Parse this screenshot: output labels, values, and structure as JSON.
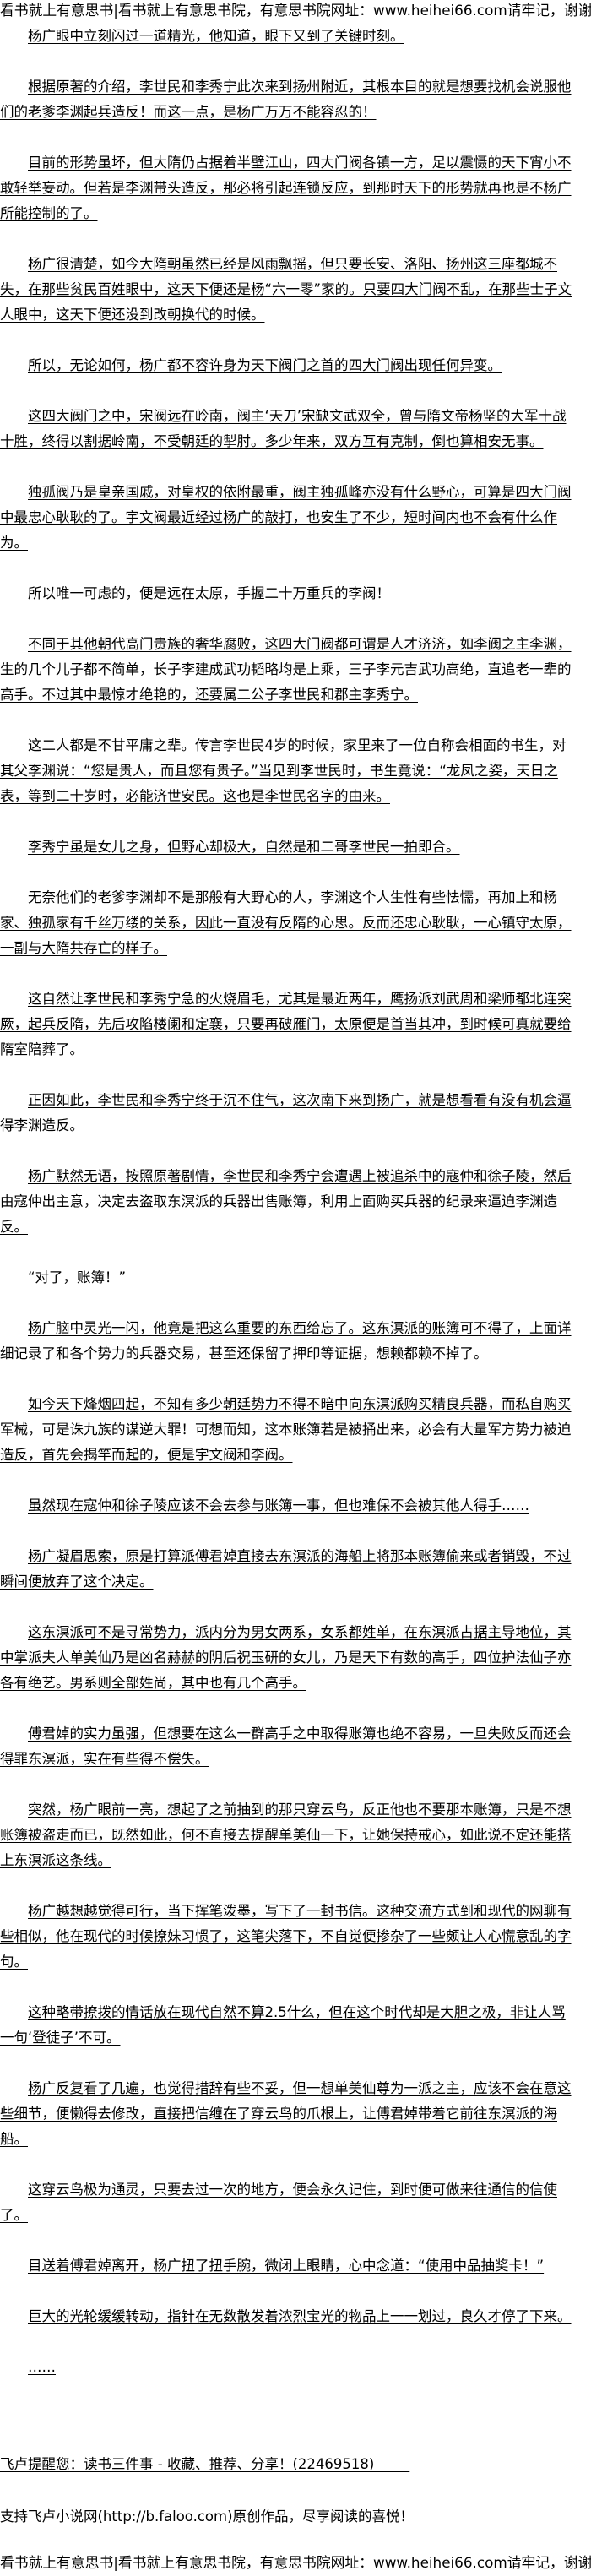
{
  "banner": "看书就上有意思书|看书就上有意思书院，有意思书院网址：www.heihei66.com请牢记，谢谢",
  "paragraphs": [
    "杨广眼中立刻闪过一道精光，他知道，眼下又到了关键时刻。",
    "根据原著的介绍，李世民和李秀宁此次来到扬州附近，其根本目的就是想要找机会说服他们的老爹李渊起兵造反！而这一点，是杨广万万不能容忍的！",
    "目前的形势虽坏，但大隋仍占据着半壁江山，四大门阀各镇一方，足以震慑的天下宵小不敢轻举妄动。但若是李渊带头造反，那必将引起连锁反应，到那时天下的形势就再也是不杨广所能控制的了。",
    "杨广很清楚，如今大隋朝虽然已经是风雨飘摇，但只要长安、洛阳、扬州这三座都城不失，在那些贫民百姓眼中，这天下便还是杨“六一零”家的。只要四大门阀不乱，在那些士子文人眼中，这天下便还没到改朝换代的时候。",
    "所以，无论如何，杨广都不容许身为天下阀门之首的四大门阀出现任何异变。",
    "这四大阀门之中，宋阀远在岭南，阀主‘天刀’宋缺文武双全，曾与隋文帝杨坚的大军十战十胜，终得以割据岭南，不受朝廷的掣肘。多少年来，双方互有克制，倒也算相安无事。",
    "独孤阀乃是皇亲国戚，对皇权的依附最重，阀主独孤峰亦没有什么野心，可算是四大门阀中最忠心耿耿的了。宇文阀最近经过杨广的敲打，也安生了不少，短时间内也不会有什么作为。",
    "所以唯一可虑的，便是远在太原，手握二十万重兵的李阀！",
    "不同于其他朝代高门贵族的奢华腐败，这四大门阀都可谓是人才济济，如李阀之主李渊，生的几个儿子都不简单，长子李建成武功韬略均是上乘，三子李元吉武功高绝，直追老一辈的高手。不过其中最惊才绝艳的，还要属二公子李世民和郡主李秀宁。",
    "这二人都是不甘平庸之辈。传言李世民4岁的时候，家里来了一位自称会相面的书生，对其父李渊说：“您是贵人，而且您有贵子。”当见到李世民时，书生竟说：“龙凤之姿，天日之表，等到二十岁时，必能济世安民。这也是李世民名字的由来。",
    "李秀宁虽是女儿之身，但野心却极大，自然是和二哥李世民一拍即合。",
    "无奈他们的老爹李渊却不是那般有大野心的人，李渊这个人生性有些怯懦，再加上和杨家、独孤家有千丝万缕的关系，因此一直没有反隋的心思。反而还忠心耿耿，一心镇守太原，一副与大隋共存亡的样子。",
    "这自然让李世民和李秀宁急的火烧眉毛，尤其是最近两年，鹰扬派刘武周和梁师都北连突厥，起兵反隋，先后攻陷楼阑和定襄，只要再破雁门，太原便是首当其冲，到时候可真就要给隋室陪葬了。",
    "正因如此，李世民和李秀宁终于沉不住气，这次南下来到扬广，就是想看看有没有机会逼得李渊造反。",
    "杨广默然无语，按照原著剧情，李世民和李秀宁会遭遇上被追杀中的寇仲和徐子陵，然后由寇仲出主意，决定去盗取东溟派的兵器出售账簿，利用上面购买兵器的纪录来逼迫李渊造反。",
    "“对了，账簿！”",
    "杨广脑中灵光一闪，他竟是把这么重要的东西给忘了。这东溟派的账簿可不得了，上面详细记录了和各个势力的兵器交易，甚至还保留了押印等证据，想赖都赖不掉了。",
    "如今天下烽烟四起，不知有多少朝廷势力不得不暗中向东溟派购买精良兵器，而私自购买军械，可是诛九族的谋逆大罪！可想而知，这本账簿若是被捅出来，必会有大量军方势力被迫造反，首先会揭竿而起的，便是宇文阀和李阀。",
    "虽然现在寇仲和徐子陵应该不会去参与账簿一事，但也难保不会被其他人得手……",
    "杨广凝眉思索，原是打算派傅君婥直接去东溟派的海船上将那本账簿偷来或者销毁，不过瞬间便放弃了这个决定。",
    "这东溟派可不是寻常势力，派内分为男女两系，女系都姓单，在东溟派占据主导地位，其中掌派夫人单美仙乃是凶名赫赫的阴后祝玉研的女儿，乃是天下有数的高手，四位护法仙子亦各有绝艺。男系则全部姓尚，其中也有几个高手。",
    "傅君婥的实力虽强，但想要在这么一群高手之中取得账簿也绝不容易，一旦失败反而还会得罪东溟派，实在有些得不偿失。",
    "突然，杨广眼前一亮，想起了之前抽到的那只穿云鸟，反正他也不要那本账簿，只是不想账簿被盗走而已，既然如此，何不直接去提醒单美仙一下，让她保持戒心，如此说不定还能搭上东溟派这条线。",
    "杨广越想越觉得可行，当下挥笔泼墨，写下了一封书信。这种交流方式到和现代的网聊有些相似，他在现代的时候撩妹习惯了，这笔尖落下，不自觉便掺杂了一些颇让人心慌意乱的字句。",
    "这种略带撩拨的情话放在现代自然不算2.5什么，但在这个时代却是大胆之极，非让人骂一句‘登徒子’不可。",
    "杨广反复看了几遍，也觉得措辞有些不妥，但一想单美仙尊为一派之主，应该不会在意这些细节，便懒得去修改，直接把信缠在了穿云鸟的爪根上，让傅君婥带着它前往东溟派的海船。",
    "这穿云鸟极为通灵，只要去过一次的地方，便会永久记住，到时便可做来往通信的信使了。",
    "目送着傅君婥离开，杨广扭了扭手腕，微闭上眼睛，心中念道：“使用中品抽奖卡！”",
    "巨大的光轮缓缓转动，指针在无数散发着浓烈宝光的物品上一一划过，良久才停了下来。",
    "……"
  ],
  "footer": {
    "reminder": "飞卢提醒您：读书三件事 - 收藏、推荐、分享！(22469518)        ",
    "support": "支持飞卢小说网(http://b.faloo.com)原创作品，尽享阅读的喜悦！              "
  }
}
